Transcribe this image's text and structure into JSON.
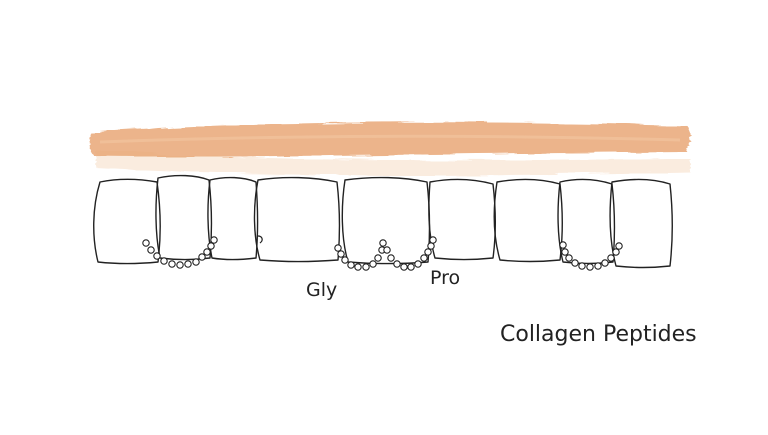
{
  "labels": {
    "gly": "Gly",
    "pro": "Pro",
    "caption": "Collagen Peptides"
  },
  "colors": {
    "band": "#e9a877",
    "band_light": "#f3c9a6",
    "ink": "#222222",
    "bead_fill": "#ffffff"
  },
  "diagram": {
    "block_count": 9,
    "bead_chains": 3
  }
}
